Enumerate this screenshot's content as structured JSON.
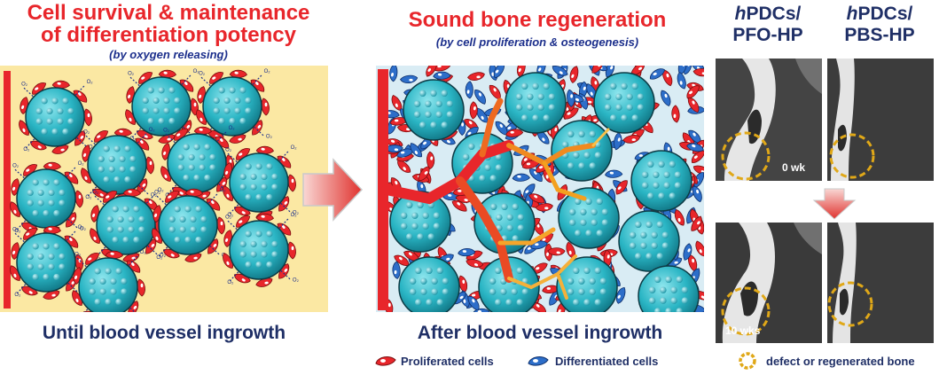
{
  "left": {
    "title_line1": "Cell survival & maintenance",
    "title_line2": "of differentiation potency",
    "subtitle": "(by oxygen releasing)",
    "caption": "Until blood vessel ingrowth",
    "oxygen_label": "O₂"
  },
  "middle": {
    "title": "Sound bone regeneration",
    "subtitle": "(by cell proliferation & osteogenesis)",
    "caption": "After blood vessel ingrowth"
  },
  "legend": {
    "proliferated": "Proliferated cells",
    "differentiated": "Differentiated cells",
    "defect": "defect or regenerated bone"
  },
  "right": {
    "col1_line1_italic": "h",
    "col1_line1_rest": "PDCs/",
    "col1_line2": "PFO-HP",
    "col2_line1_italic": "h",
    "col2_line1_rest": "PDCs/",
    "col2_line2": "PBS-HP",
    "week0": "0 wk",
    "week10": "10 wks"
  },
  "colors": {
    "title_red": "#e8262b",
    "navy": "#1f2f66",
    "sphere": "#2ab5c4",
    "vessel_red": "#e8262b",
    "panel_yellow": "#fbe8a3",
    "ring": "#e0a818"
  }
}
